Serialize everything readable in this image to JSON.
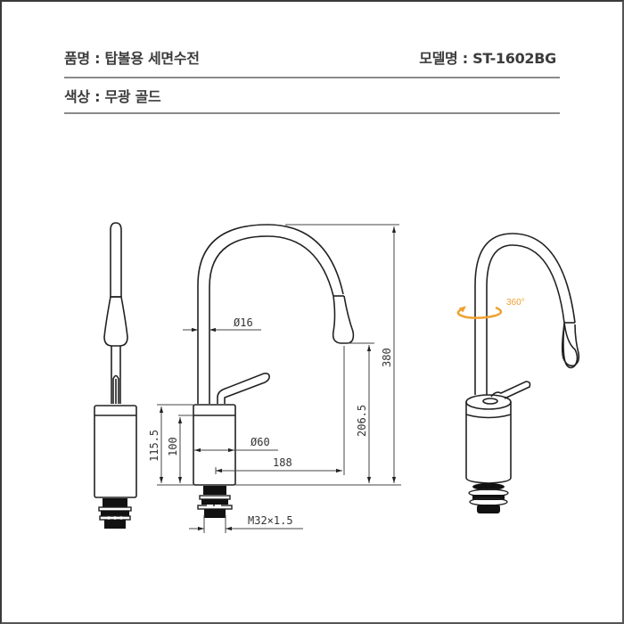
{
  "header": {
    "product_label": "품명",
    "product_value": "탑볼용 세면수전",
    "model_label": "모델명",
    "model_value": "ST-1602BG",
    "color_label": "색상",
    "color_value": "무광 골드",
    "separator": " : "
  },
  "dimensions": {
    "pipe_diameter": "Ø16",
    "body_diameter": "Ø60",
    "total_height": "380",
    "spout_height": "206.5",
    "reach": "188",
    "body_height_outer": "115.5",
    "body_height_inner": "100",
    "thread": "M32×1.5"
  },
  "annotations": {
    "rotation": "360°"
  },
  "colors": {
    "line": "#222222",
    "dimension_line": "#555555",
    "rotation_accent": "#f0a030",
    "header_text": "#3c3c3c",
    "rule": "#8a8a8a"
  }
}
